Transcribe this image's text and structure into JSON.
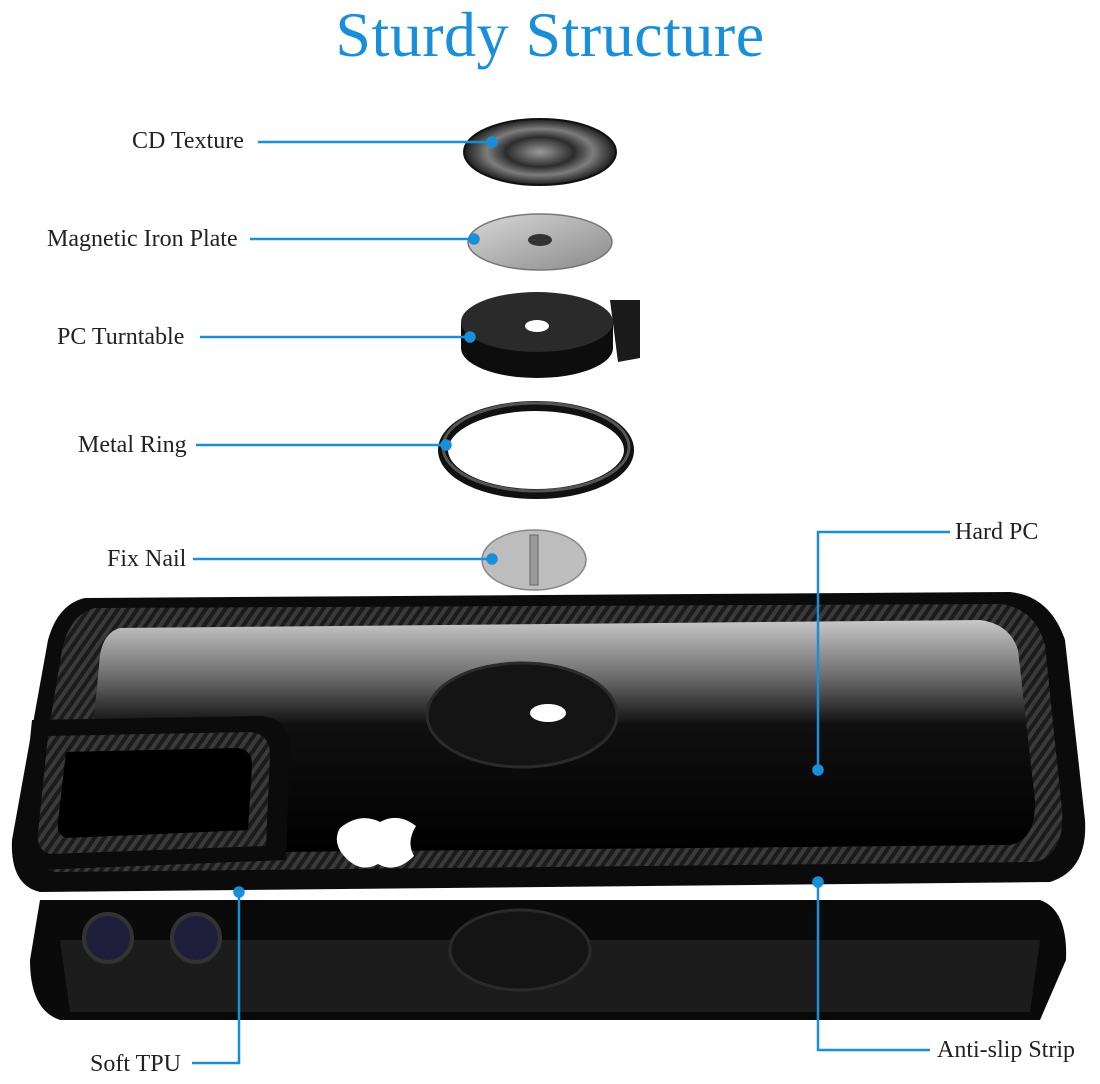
{
  "title": "Sturdy Structure",
  "colors": {
    "accent": "#1a8fd9",
    "text": "#222222",
    "case": "#111111"
  },
  "parts": {
    "cd_texture": "CD Texture",
    "magnetic_iron_plate": "Magnetic Iron Plate",
    "pc_turntable": "PC Turntable",
    "metal_ring": "Metal Ring",
    "fix_nail": "Fix Nail",
    "hard_pc": "Hard PC",
    "soft_tpu": "Soft TPU",
    "anti_slip_strip": "Anti-slip Strip"
  }
}
